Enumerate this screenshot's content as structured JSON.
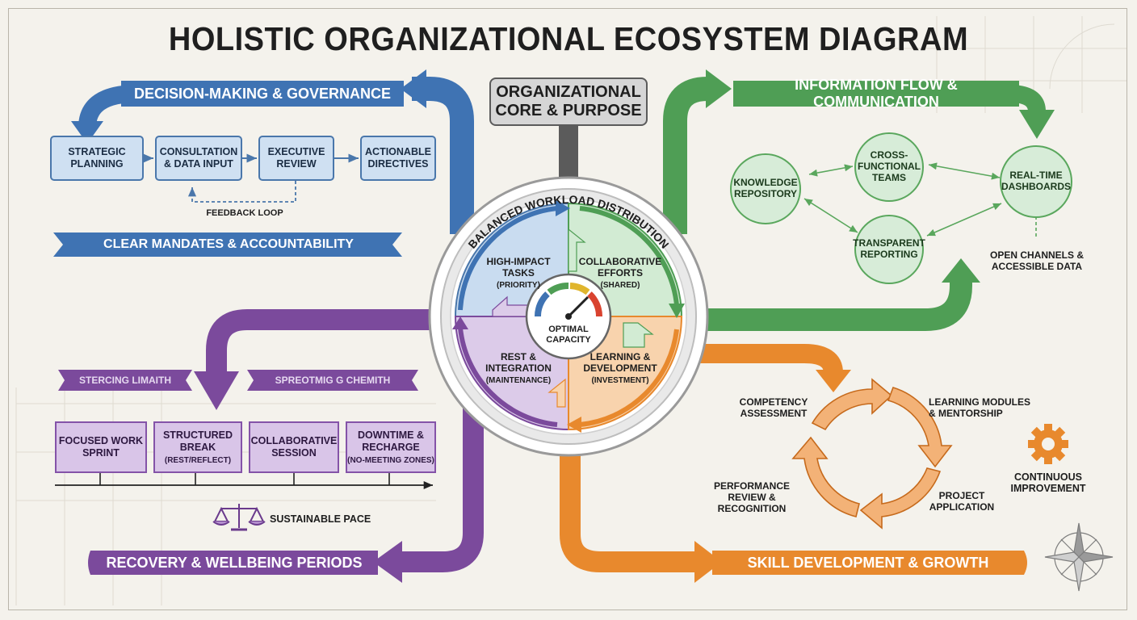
{
  "title": "HOLISTIC ORGANIZATIONAL ECOSYSTEM DIAGRAM",
  "core": {
    "line1": "ORGANIZATIONAL",
    "line2": "CORE & PURPOSE"
  },
  "colors": {
    "blue": "#3f73b3",
    "green": "#4f9e55",
    "purple": "#7b4a9c",
    "orange": "#e8892d",
    "gray": "#5b5b5b"
  },
  "center": {
    "ring_label": "BALANCED WORKLOAD DISTRIBUTION",
    "gauge_label_1": "OPTIMAL",
    "gauge_label_2": "CAPACITY",
    "quadrants": [
      {
        "line1": "HIGH-IMPACT",
        "line2": "TASKS",
        "sub": "(PRIORITY)"
      },
      {
        "line1": "COLLABORATIVE",
        "line2": "EFFORTS",
        "sub": "(SHARED)"
      },
      {
        "line1": "REST &",
        "line2": "INTEGRATION",
        "sub": "(MAINTENANCE)"
      },
      {
        "line1": "LEARNING &",
        "line2": "DEVELOPMENT",
        "sub": "(INVESTMENT)"
      }
    ]
  },
  "governance": {
    "banner": "DECISION-MAKING & GOVERNANCE",
    "steps": [
      {
        "line1": "STRATEGIC",
        "line2": "PLANNING"
      },
      {
        "line1": "CONSULTATION",
        "line2": "& DATA INPUT"
      },
      {
        "line1": "EXECUTIVE",
        "line2": "REVIEW"
      },
      {
        "line1": "ACTIONABLE",
        "line2": "DIRECTIVES"
      }
    ],
    "feedback": "FEEDBACK LOOP",
    "mandates": "CLEAR MANDATES & ACCOUNTABILITY"
  },
  "information": {
    "banner": "INFORMATION FLOW & COMMUNICATION",
    "nodes": [
      {
        "line1": "KNOWLEDGE",
        "line2": "REPOSITORY",
        "line3": ""
      },
      {
        "line1": "CROSS-",
        "line2": "FUNCTIONAL",
        "line3": "TEAMS"
      },
      {
        "line1": "REAL-TIME",
        "line2": "DASHBOARDS",
        "line3": ""
      },
      {
        "line1": "TRANSPARENT",
        "line2": "REPORTING",
        "line3": ""
      }
    ],
    "open_1": "OPEN CHANNELS &",
    "open_2": "ACCESSIBLE DATA"
  },
  "recovery": {
    "banner": "RECOVERY & WELLBEING PERIODS",
    "tag1": "STERCING LIMAITH",
    "tag2": "SPREOTMIG G CHEMITH",
    "blocks": [
      {
        "line1": "FOCUSED WORK",
        "line2": "SPRINT",
        "sub": ""
      },
      {
        "line1": "STRUCTURED",
        "line2": "BREAK",
        "sub": "(REST/REFLECT)"
      },
      {
        "line1": "COLLABORATIVE",
        "line2": "SESSION",
        "sub": ""
      },
      {
        "line1": "DOWNTIME &",
        "line2": "RECHARGE",
        "sub": "(NO-MEETING ZONES)"
      }
    ],
    "pace": "SUSTAINABLE PACE"
  },
  "skills": {
    "banner": "SKILL DEVELOPMENT & GROWTH",
    "cycle": [
      {
        "line1": "COMPETENCY",
        "line2": "ASSESSMENT"
      },
      {
        "line1": "LEARNING MODULES",
        "line2": "& MENTORSHIP"
      },
      {
        "line1": "PROJECT",
        "line2": "APPLICATION"
      },
      {
        "line1": "PERFORMANCE",
        "line2": "REVIEW & RECOGNITION"
      }
    ],
    "improve_1": "CONTINUOUS",
    "improve_2": "IMPROVEMENT"
  },
  "icons": [
    "compass-icon",
    "gear-icon",
    "balance-scale-icon",
    "gauge-icon"
  ]
}
